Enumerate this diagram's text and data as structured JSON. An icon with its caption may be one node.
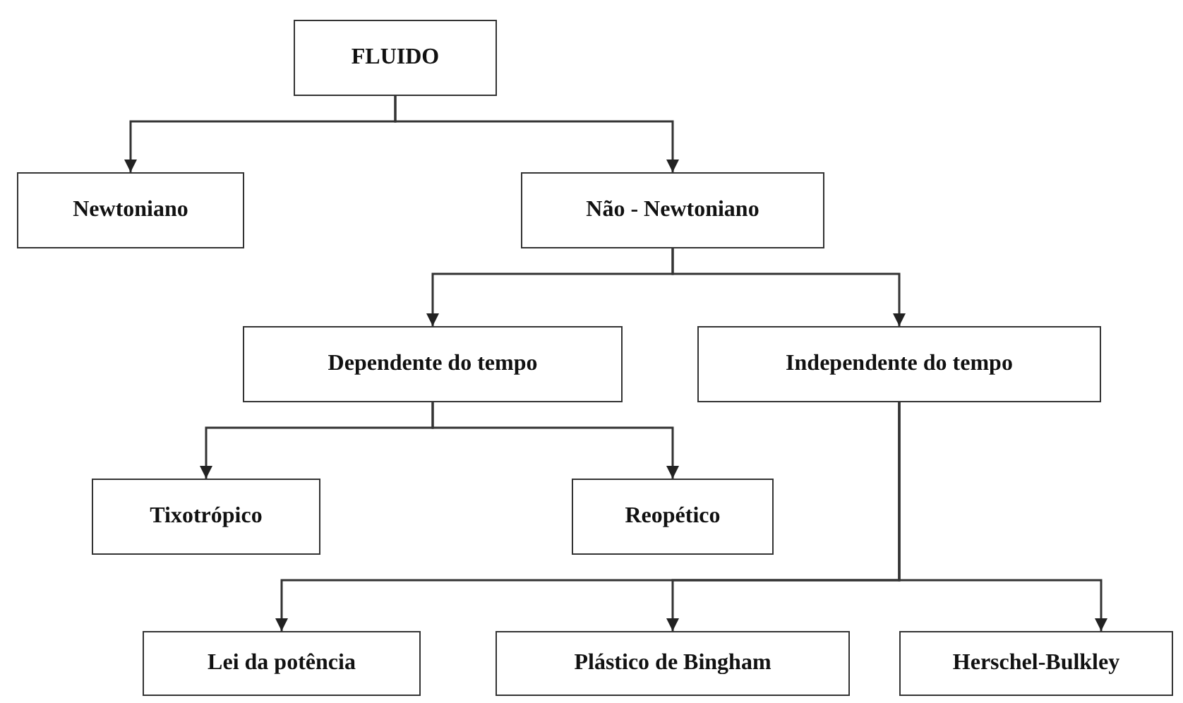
{
  "diagram": {
    "nodes": [
      {
        "text": [
          "FLUIDO"
        ]
      },
      {
        "text": [
          "Newtoniano"
        ]
      },
      {
        "text": [
          "Não - Newtoniano"
        ]
      },
      {
        "text": [
          "Dependente do tempo"
        ]
      },
      {
        "text": [
          "Independente do tempo"
        ]
      },
      {
        "text": [
          "Tixotrópico"
        ]
      },
      {
        "text": [
          "Reopético"
        ]
      },
      {
        "text": [
          "Lei da potência"
        ]
      },
      {
        "text": [
          "Plástico de Bingham"
        ]
      },
      {
        "text": [
          "Herschel-Bulkley"
        ]
      }
    ],
    "edges": [
      {
        "from": 0,
        "to": 1,
        "arrow": "to"
      },
      {
        "from": 0,
        "to": 2,
        "arrow": "to"
      },
      {
        "from": 2,
        "to": 3,
        "arrow": "to"
      },
      {
        "from": 2,
        "to": 4,
        "arrow": "to"
      },
      {
        "from": 3,
        "to": 5,
        "arrow": "to"
      },
      {
        "from": 3,
        "to": 6,
        "arrow": "to"
      },
      {
        "from": 4,
        "to": 7,
        "arrow": "to"
      },
      {
        "from": 4,
        "to": 8,
        "arrow": "to"
      },
      {
        "from": 4,
        "to": 9,
        "arrow": "to"
      }
    ]
  }
}
